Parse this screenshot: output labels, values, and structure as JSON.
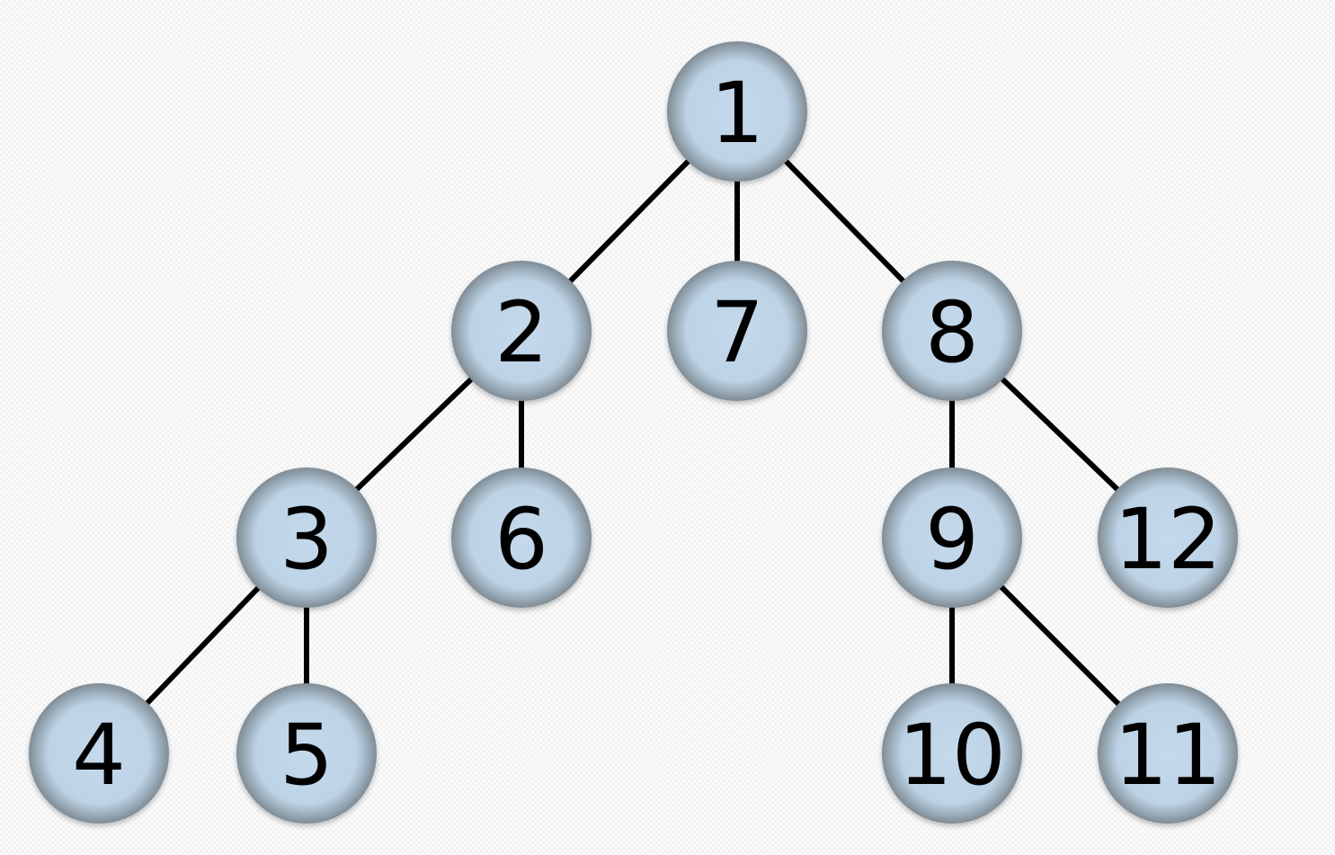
{
  "diagram": {
    "type": "tree",
    "node_fill": "#bfd6e8",
    "node_border": "#8a9aa6",
    "edge_color": "#000000",
    "nodes": [
      {
        "id": "1",
        "label": "1"
      },
      {
        "id": "2",
        "label": "2"
      },
      {
        "id": "3",
        "label": "3"
      },
      {
        "id": "4",
        "label": "4"
      },
      {
        "id": "5",
        "label": "5"
      },
      {
        "id": "6",
        "label": "6"
      },
      {
        "id": "7",
        "label": "7"
      },
      {
        "id": "8",
        "label": "8"
      },
      {
        "id": "9",
        "label": "9"
      },
      {
        "id": "10",
        "label": "10"
      },
      {
        "id": "11",
        "label": "11"
      },
      {
        "id": "12",
        "label": "12"
      }
    ],
    "edges": [
      {
        "from": "1",
        "to": "2"
      },
      {
        "from": "1",
        "to": "7"
      },
      {
        "from": "1",
        "to": "8"
      },
      {
        "from": "2",
        "to": "3"
      },
      {
        "from": "2",
        "to": "6"
      },
      {
        "from": "3",
        "to": "4"
      },
      {
        "from": "3",
        "to": "5"
      },
      {
        "from": "8",
        "to": "9"
      },
      {
        "from": "8",
        "to": "12"
      },
      {
        "from": "9",
        "to": "10"
      },
      {
        "from": "9",
        "to": "11"
      }
    ]
  }
}
